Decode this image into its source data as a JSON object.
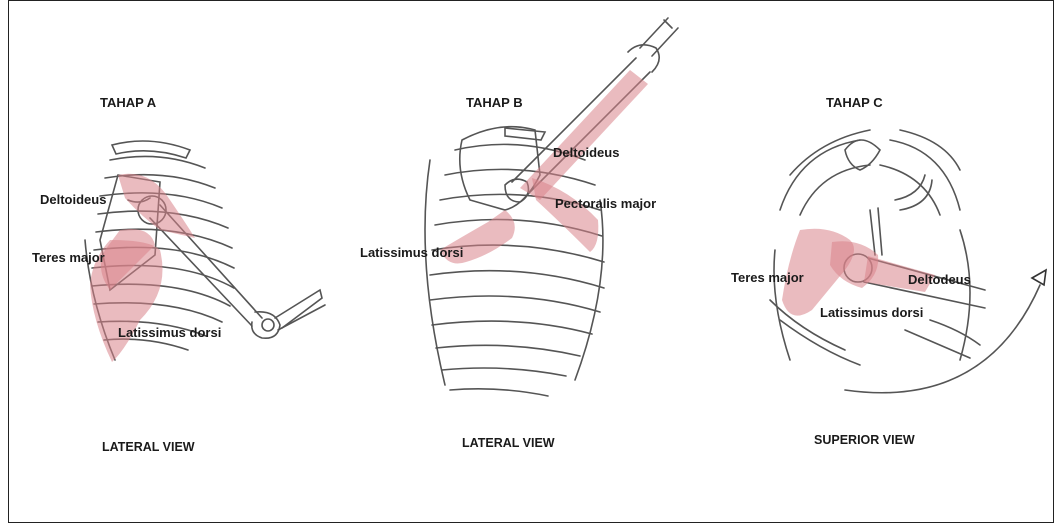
{
  "colors": {
    "muscle": "#d9848a",
    "bone": "#444444",
    "border": "#222222"
  },
  "panels": [
    {
      "stage": "TAHAP A",
      "view": "LATERAL VIEW",
      "labels": {
        "deltoid": "Deltoideus",
        "teres": "Teres major",
        "latissimus": "Latissimus dorsi"
      }
    },
    {
      "stage": "TAHAP B",
      "view": "LATERAL VIEW",
      "labels": {
        "deltoid": "Deltoideus",
        "pectoralis": "Pectoralis major",
        "latissimus": "Latissimus dorsi"
      }
    },
    {
      "stage": "TAHAP C",
      "view": "SUPERIOR VIEW",
      "labels": {
        "teres": "Teres major",
        "deltoid": "Deltodeus",
        "latissimus": "Latissimus dorsi"
      }
    }
  ]
}
